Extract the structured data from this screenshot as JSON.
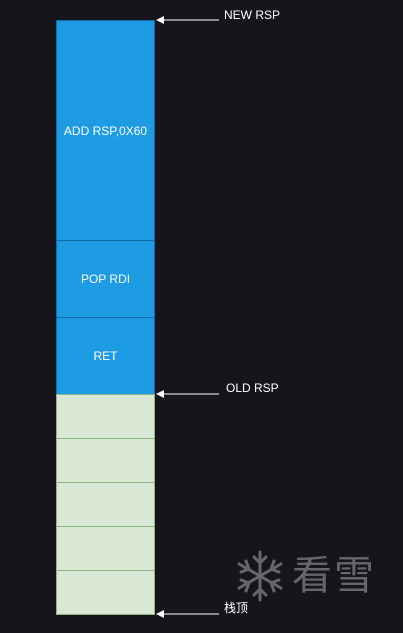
{
  "stack": {
    "blocks": [
      {
        "label": "ADD RSP,0X60"
      },
      {
        "label": "POP RDI"
      },
      {
        "label": "RET"
      }
    ],
    "empty_slots": 5
  },
  "pointers": {
    "new_rsp": "NEW RSP",
    "old_rsp": "OLD RSP",
    "stack_top": "栈顶"
  },
  "watermark": {
    "text": "看雪"
  },
  "colors": {
    "background": "#18141b",
    "payload_fill": "#1d9be3",
    "payload_border": "#136da4",
    "slot_fill": "#d8e8d4",
    "slot_border": "#89b77d",
    "arrow": "#ffffff"
  }
}
